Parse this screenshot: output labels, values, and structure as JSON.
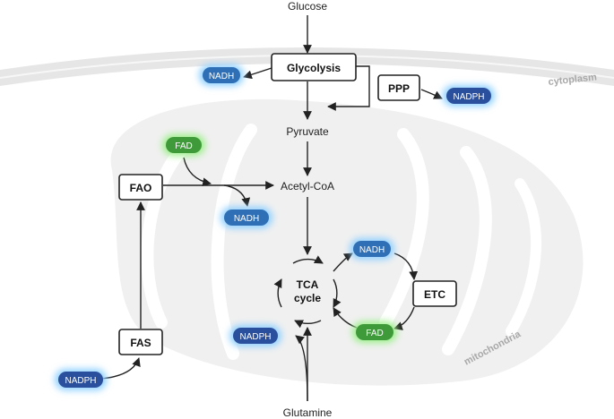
{
  "labels": {
    "glucose": "Glucose",
    "pyruvate": "Pyruvate",
    "acetyl_coa": "Acetyl-CoA",
    "glutamine": "Glutamine",
    "cytoplasm": "cytoplasm",
    "mitochondria": "mitochondria"
  },
  "boxes": {
    "glycolysis": "Glycolysis",
    "ppp": "PPP",
    "fao": "FAO",
    "fas": "FAS",
    "etc": "ETC",
    "tca_line1": "TCA",
    "tca_line2": "cycle"
  },
  "cofactors": {
    "nadh": "NADH",
    "nadph": "NADPH",
    "fad": "FAD"
  },
  "colors": {
    "nadh": "#2f6fb5",
    "nadph": "#2a4f9c",
    "fad": "#3f9a3a",
    "glow_blue": "#8fd0ff",
    "glow_green": "#9cf08a",
    "membrane": "#e4e4e4",
    "mito": "#efefef"
  }
}
